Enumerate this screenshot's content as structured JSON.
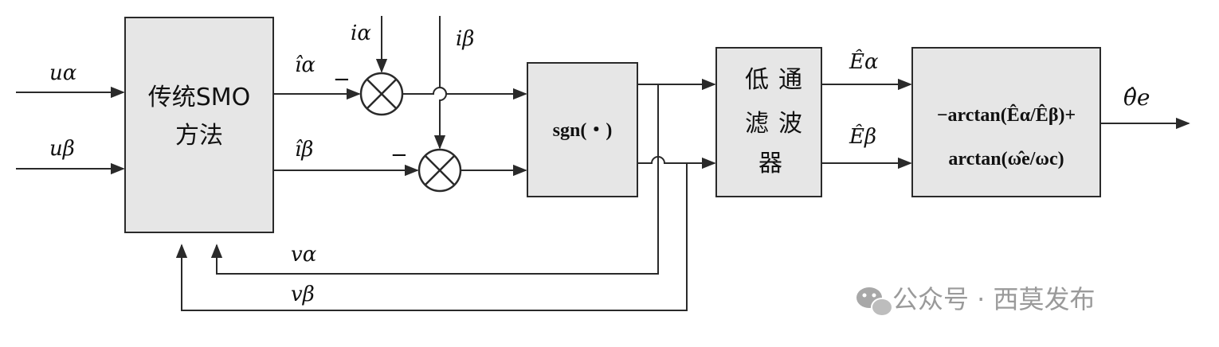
{
  "blocks": {
    "smo": {
      "line1": "传统SMO",
      "line2": "方法"
    },
    "sgn": {
      "label": "sgn(・)"
    },
    "lpf": {
      "line1": "低",
      "line2": "通",
      "line3": "滤",
      "line4": "波",
      "line5": "器"
    },
    "pll": {
      "line1": "−arctan(Êα/Êβ)+",
      "line2": "arctan(ω̂e/ωc)"
    }
  },
  "signals": {
    "u_alpha": "uα",
    "u_beta": "uβ",
    "i_alpha": "iα",
    "i_beta": "iβ",
    "ihat_alpha": "îα",
    "ihat_beta": "îβ",
    "minus": "−",
    "E_alpha": "Êα",
    "E_beta": "Êβ",
    "theta": "θ̂e",
    "v_alpha": "vα",
    "v_beta": "vβ"
  },
  "watermark": {
    "text": "公众号 · 西莫发布",
    "icon": "wechat-icon"
  }
}
